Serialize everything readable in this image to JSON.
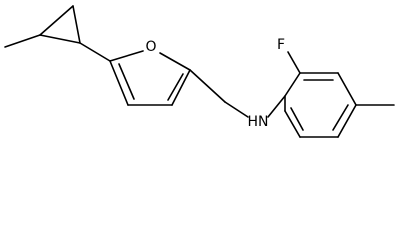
{
  "structure": {
    "atoms": {
      "oxygen": "O",
      "fluorine": "F",
      "amine": "HN"
    },
    "colors": {
      "bond": "#000000",
      "text": "#000000",
      "background": "#ffffff"
    }
  }
}
